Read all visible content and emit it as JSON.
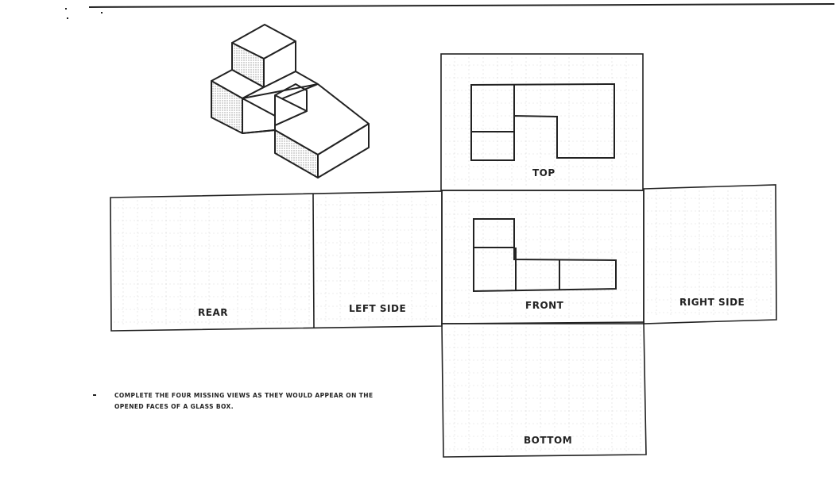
{
  "views": {
    "top": "TOP",
    "rear": "REAR",
    "left_side": "LEFT SIDE",
    "front": "FRONT",
    "right_side": "RIGHT SIDE",
    "bottom": "BOTTOM"
  },
  "instructions": {
    "line1": "COMPLETE THE FOUR MISSING VIEWS AS THEY WOULD APPEAR ON THE",
    "line2": "OPENED FACES OF A GLASS BOX."
  },
  "colors": {
    "ink": "#222222",
    "grid": "#9a9a9a",
    "shade": "#bdbdbd"
  }
}
